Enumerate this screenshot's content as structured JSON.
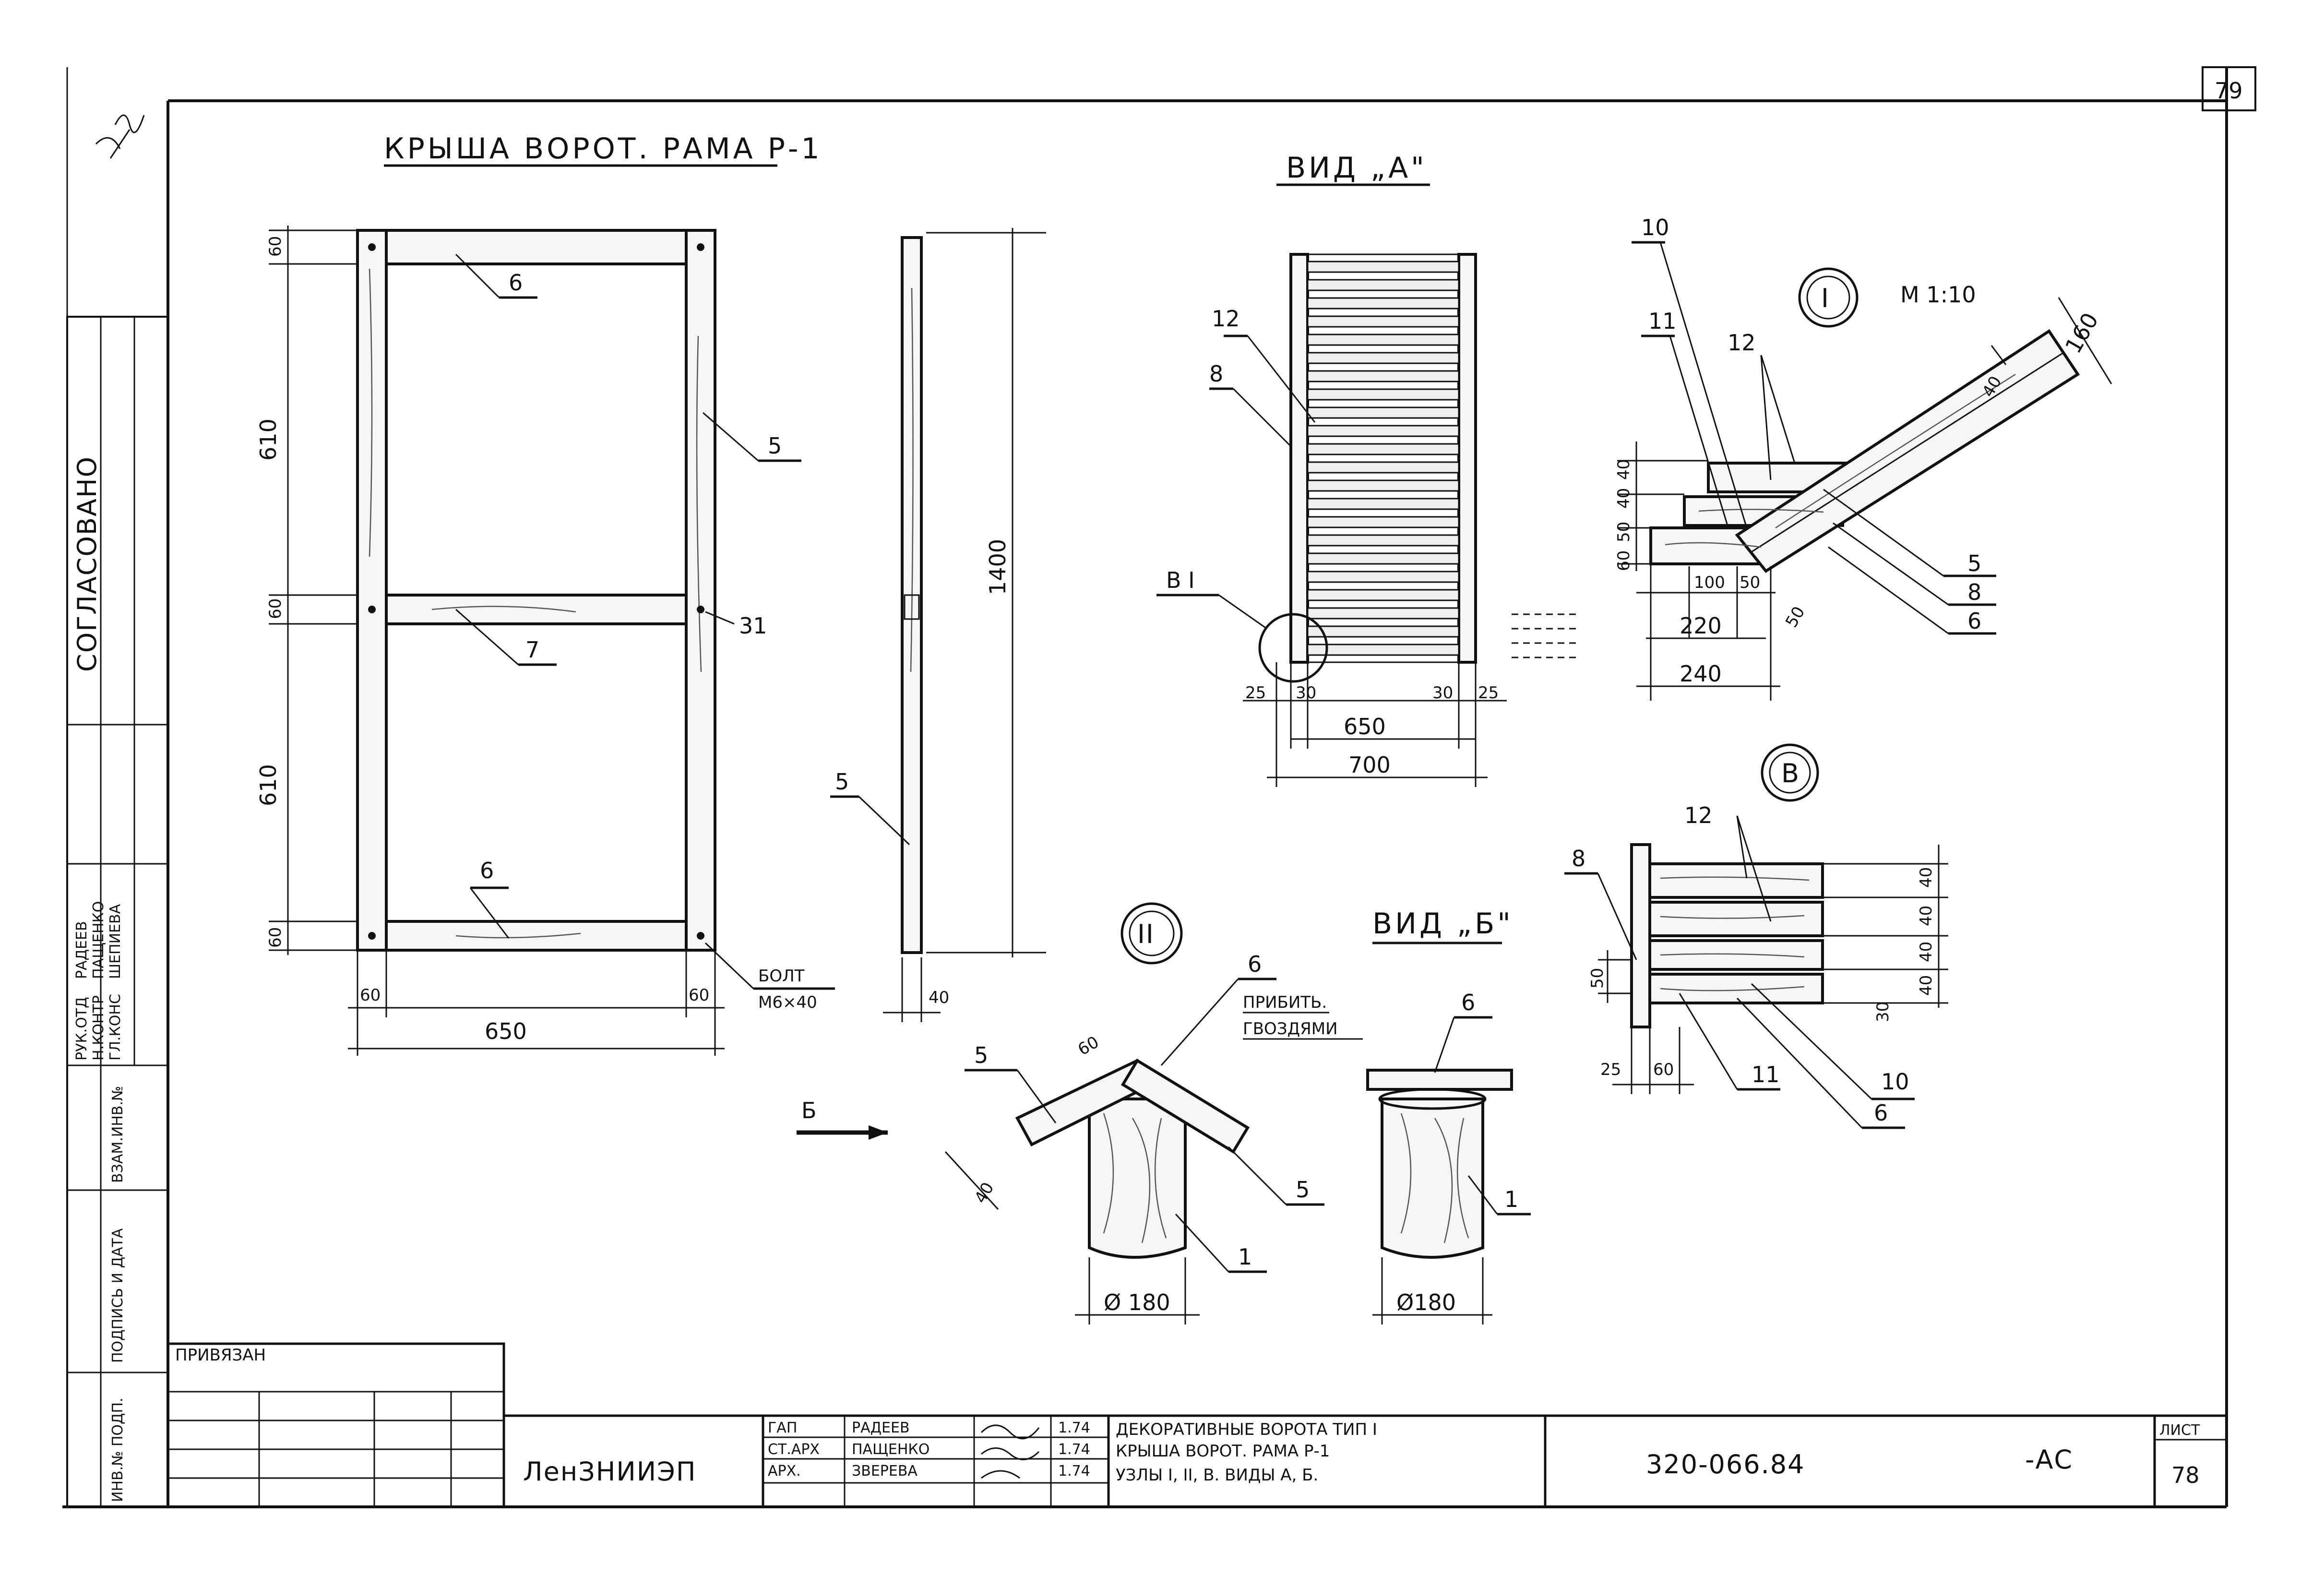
{
  "sheet": {
    "corner_number": "79",
    "sheet_label": "ЛИСТ",
    "sheet_number": "78"
  },
  "frame_view": {
    "title": "КРЫША ВОРОТ. РАМА Р-1",
    "dims": [
      "60",
      "610",
      "60",
      "610",
      "60",
      "60",
      "60",
      "650",
      "1400",
      "40"
    ],
    "callouts": [
      "6",
      "5",
      "7",
      "31",
      "6",
      "5"
    ],
    "bolt_note": [
      "БОЛТ",
      "М6×40"
    ]
  },
  "view_a": {
    "title": "ВИД „А\"",
    "callouts": [
      "12",
      "8",
      "В I"
    ],
    "dims": [
      "25",
      "30",
      "650",
      "30",
      "25",
      "700"
    ]
  },
  "node_1": {
    "marker": "I",
    "scale": "М 1:10",
    "callouts": [
      "10",
      "11",
      "12",
      "5",
      "8",
      "6"
    ],
    "dims": [
      "160",
      "40",
      "60",
      "50",
      "40",
      "40",
      "100",
      "50",
      "220",
      "50",
      "240"
    ]
  },
  "node_b": {
    "marker": "В",
    "callouts": [
      "8",
      "12",
      "11",
      "10",
      "6"
    ],
    "dims": [
      "40",
      "40",
      "40",
      "40",
      "50",
      "30",
      "25",
      "60"
    ]
  },
  "node_2": {
    "marker": "II",
    "callouts": [
      "5",
      "6",
      "5",
      "1"
    ],
    "note": [
      "ПРИБИТЬ.",
      "ГВОЗДЯМИ"
    ],
    "dims": [
      "60",
      "40",
      "Ø 180"
    ]
  },
  "view_b": {
    "title": "ВИД „Б\"",
    "callouts": [
      "6",
      "1"
    ],
    "dims": [
      "Ø180"
    ]
  },
  "arrow_b": "Б",
  "side_stamp": {
    "agreed": "СОГЛАСОВАНО",
    "roles": [
      "РУК.ОТД",
      "Н.КОНТР",
      "ГЛ.КОНС"
    ],
    "names": [
      "РАДЕЕВ",
      "ПАЩЕНКО",
      "ШЕПИЕВА"
    ],
    "vertical_labels": [
      "ВЗАМ.ИНВ.№",
      "ПОДПИСЬ И ДАТА",
      "ИНВ.№ ПОДП."
    ]
  },
  "title_block": {
    "bound": "ПРИВЯЗАН",
    "org": "ЛенЗНИИЭП",
    "roles": [
      "ГАП",
      "СТ.АРХ",
      "АРХ."
    ],
    "names": [
      "РАДЕЕВ",
      "ПАЩЕНКО",
      "ЗВЕРЕВА"
    ],
    "dates": [
      "1.74",
      "1.74",
      "1.74"
    ],
    "description": [
      "ДЕКОРАТИВНЫЕ ВОРОТА ТИП I",
      "КРЫША ВОРОТ. РАМА Р-1",
      "УЗЛЫ I, II, В. ВИДЫ А, Б."
    ],
    "code": "320-066.84",
    "suffix": "-АС"
  }
}
